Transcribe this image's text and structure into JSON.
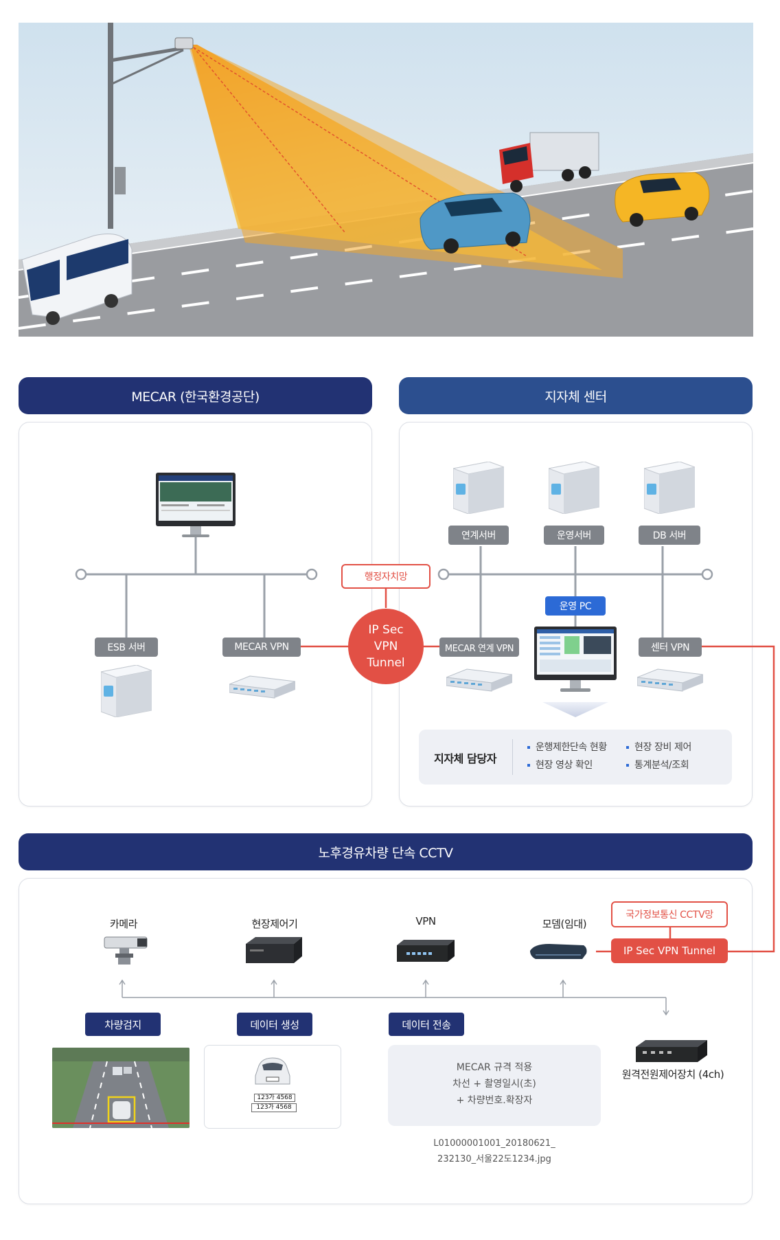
{
  "mecar": {
    "title": "MECAR (한국환경공단)",
    "esb_server": "ESB 서버",
    "mecar_vpn": "MECAR VPN"
  },
  "local_center": {
    "title": "지자체 센터",
    "link_server": "연계서버",
    "ops_server": "운영서버",
    "db_server": "DB 서버",
    "ops_pc": "운영 PC",
    "mecar_link_vpn": "MECAR 연계 VPN",
    "center_vpn": "센터 VPN",
    "manager": {
      "label": "지자체 담당자",
      "items": [
        "운행제한단속 현황",
        "현장 영상 확인",
        "현장 장비 제어",
        "통계분석/조회"
      ]
    }
  },
  "network": {
    "admin_network": "행정자치망",
    "tunnel_lines": [
      "IP Sec",
      "VPN",
      "Tunnel"
    ]
  },
  "cctv": {
    "title": "노후경유차량 단속 CCTV",
    "devices": {
      "camera": "카메라",
      "field_controller": "현장제어기",
      "vpn": "VPN",
      "modem": "모뎀(임대)",
      "power_controller": "원격전원제어장치 (4ch)"
    },
    "national_network": "국가정보통신 CCTV망",
    "ipsec_tunnel": "IP Sec VPN Tunnel",
    "steps": {
      "detect": "차량검지",
      "generate": "데이터 생성",
      "transfer": "데이터 전송"
    },
    "plate_numbers": [
      "123가 4568",
      "123가 4568"
    ],
    "spec_lines": [
      "MECAR 규격 적용",
      "차선 + 촬영일시(초)",
      "+ 차량번호.확장자"
    ],
    "filename_lines": [
      "L01000001001_20180621_",
      "232130_서울22도1234.jpg"
    ]
  },
  "colors": {
    "navy": "#223273",
    "red": "#e25045",
    "blue": "#2c6ad6",
    "pill_grey": "#7f8389"
  }
}
